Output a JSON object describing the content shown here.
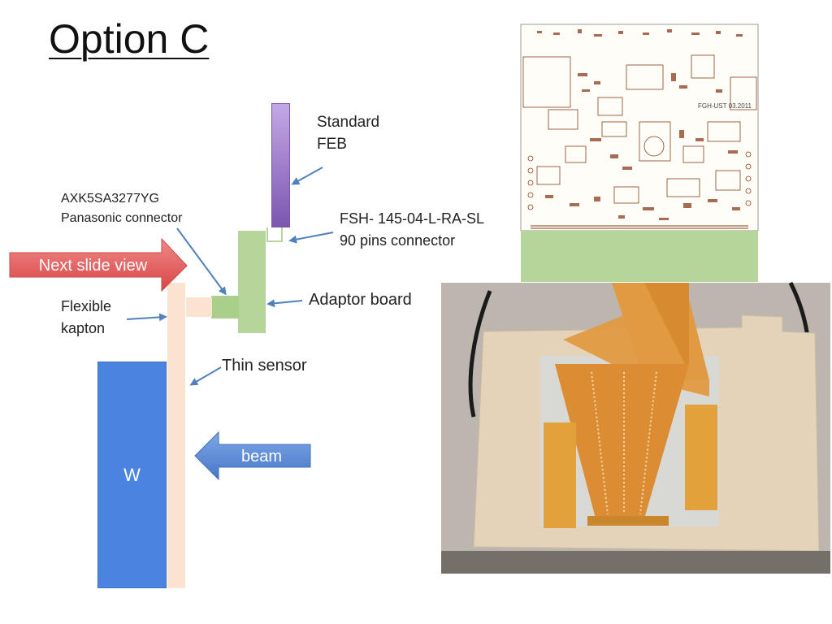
{
  "slide": {
    "title": "Option C"
  },
  "labels": {
    "standard_feb_line1": "Standard",
    "standard_feb_line2": "FEB",
    "axk_line1": "AXK5SA3277YG",
    "axk_line2": "Panasonic connector",
    "fsh_line1": "FSH- 145-04-L-RA-SL",
    "fsh_line2": "90 pins connector",
    "adaptor_board": "Adaptor board",
    "flexible_line1": "Flexible",
    "flexible_line2": "kapton",
    "thin_sensor": "Thin sensor",
    "w_block": "W"
  },
  "callouts": {
    "next_slide_view": "Next slide view",
    "beam": "beam"
  },
  "pcb_board": {
    "board_text": "FGH-UST 03.2011"
  },
  "colors": {
    "feb": "#9b6fc4",
    "adaptor": "#b6d59a",
    "kapton": "#fbe3d2",
    "w_block": "#4a84e0",
    "red_arrow": "#e35b5b",
    "blue_arrow": "#5a8fd8",
    "pointer": "#4f81bd",
    "pcb_trace": "#8a3b1b",
    "kapton_photo": "#d98a2a"
  }
}
